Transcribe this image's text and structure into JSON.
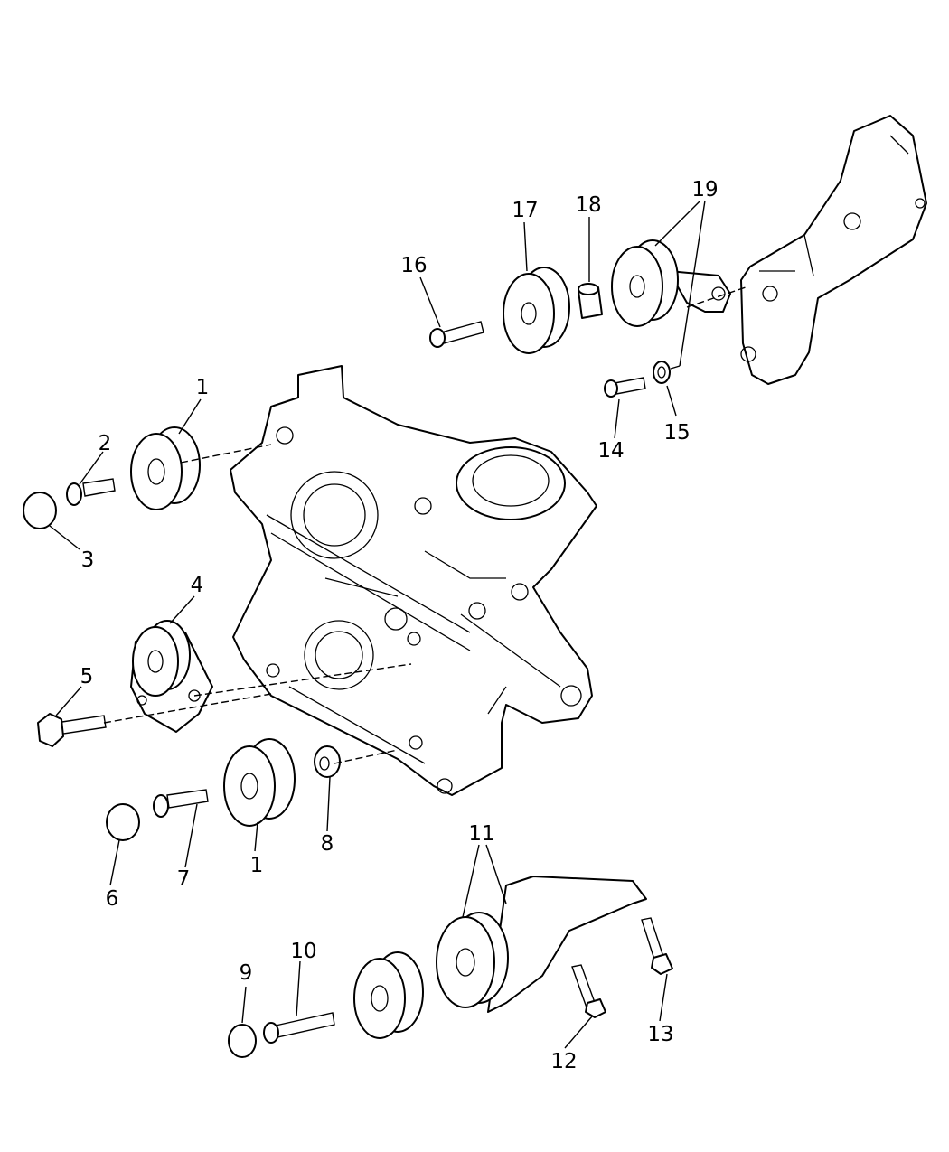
{
  "callouts": {
    "c1a": "1",
    "c2": "2",
    "c3": "3",
    "c4": "4",
    "c5": "5",
    "c1b": "1",
    "c6": "6",
    "c7": "7",
    "c8": "8",
    "c9": "9",
    "c10": "10",
    "c11": "11",
    "c12": "12",
    "c13": "13",
    "c14": "14",
    "c15": "15",
    "c16": "16",
    "c17": "17",
    "c18": "18",
    "c19": "19"
  }
}
